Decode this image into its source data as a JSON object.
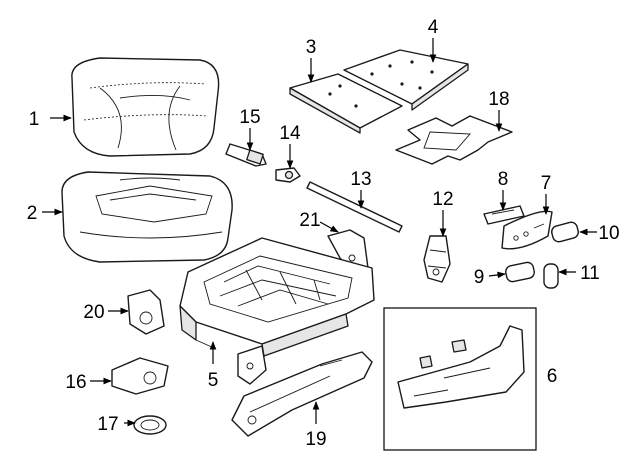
{
  "callouts": {
    "c1": "1",
    "c2": "2",
    "c3": "3",
    "c4": "4",
    "c5": "5",
    "c6": "6",
    "c7": "7",
    "c8": "8",
    "c9": "9",
    "c10": "10",
    "c11": "11",
    "c12": "12",
    "c13": "13",
    "c14": "14",
    "c15": "15",
    "c16": "16",
    "c17": "17",
    "c18": "18",
    "c19": "19",
    "c20": "20",
    "c21": "21"
  },
  "colors": {
    "line": "#1a1a1a",
    "fill": "#ffffff",
    "shade": "#e6e6e6"
  }
}
